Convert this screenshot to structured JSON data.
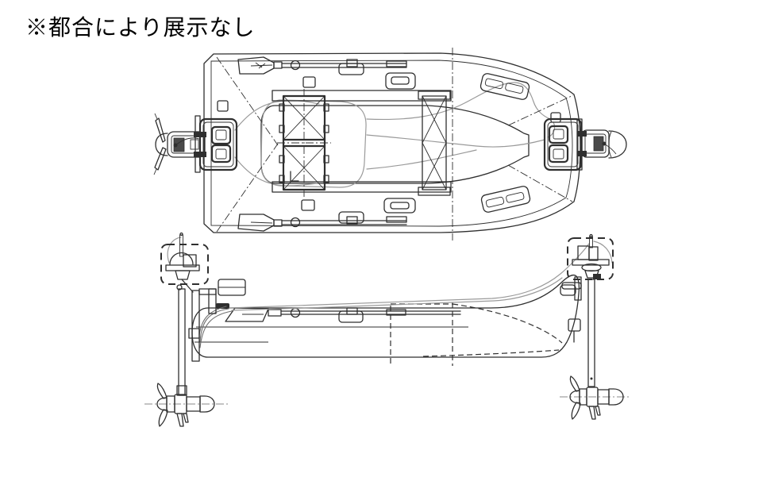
{
  "note": {
    "text": "※都合により展示なし"
  },
  "colors": {
    "background": "#ffffff",
    "line": "#2f2f2f",
    "cable": "#9a9a9a",
    "text": "#000000"
  },
  "drawing": {
    "kind": "technical-line-drawing",
    "subject": "inflatable boat with stern and bow thruster units",
    "views": [
      {
        "name": "top-view"
      },
      {
        "name": "side-view"
      }
    ]
  }
}
